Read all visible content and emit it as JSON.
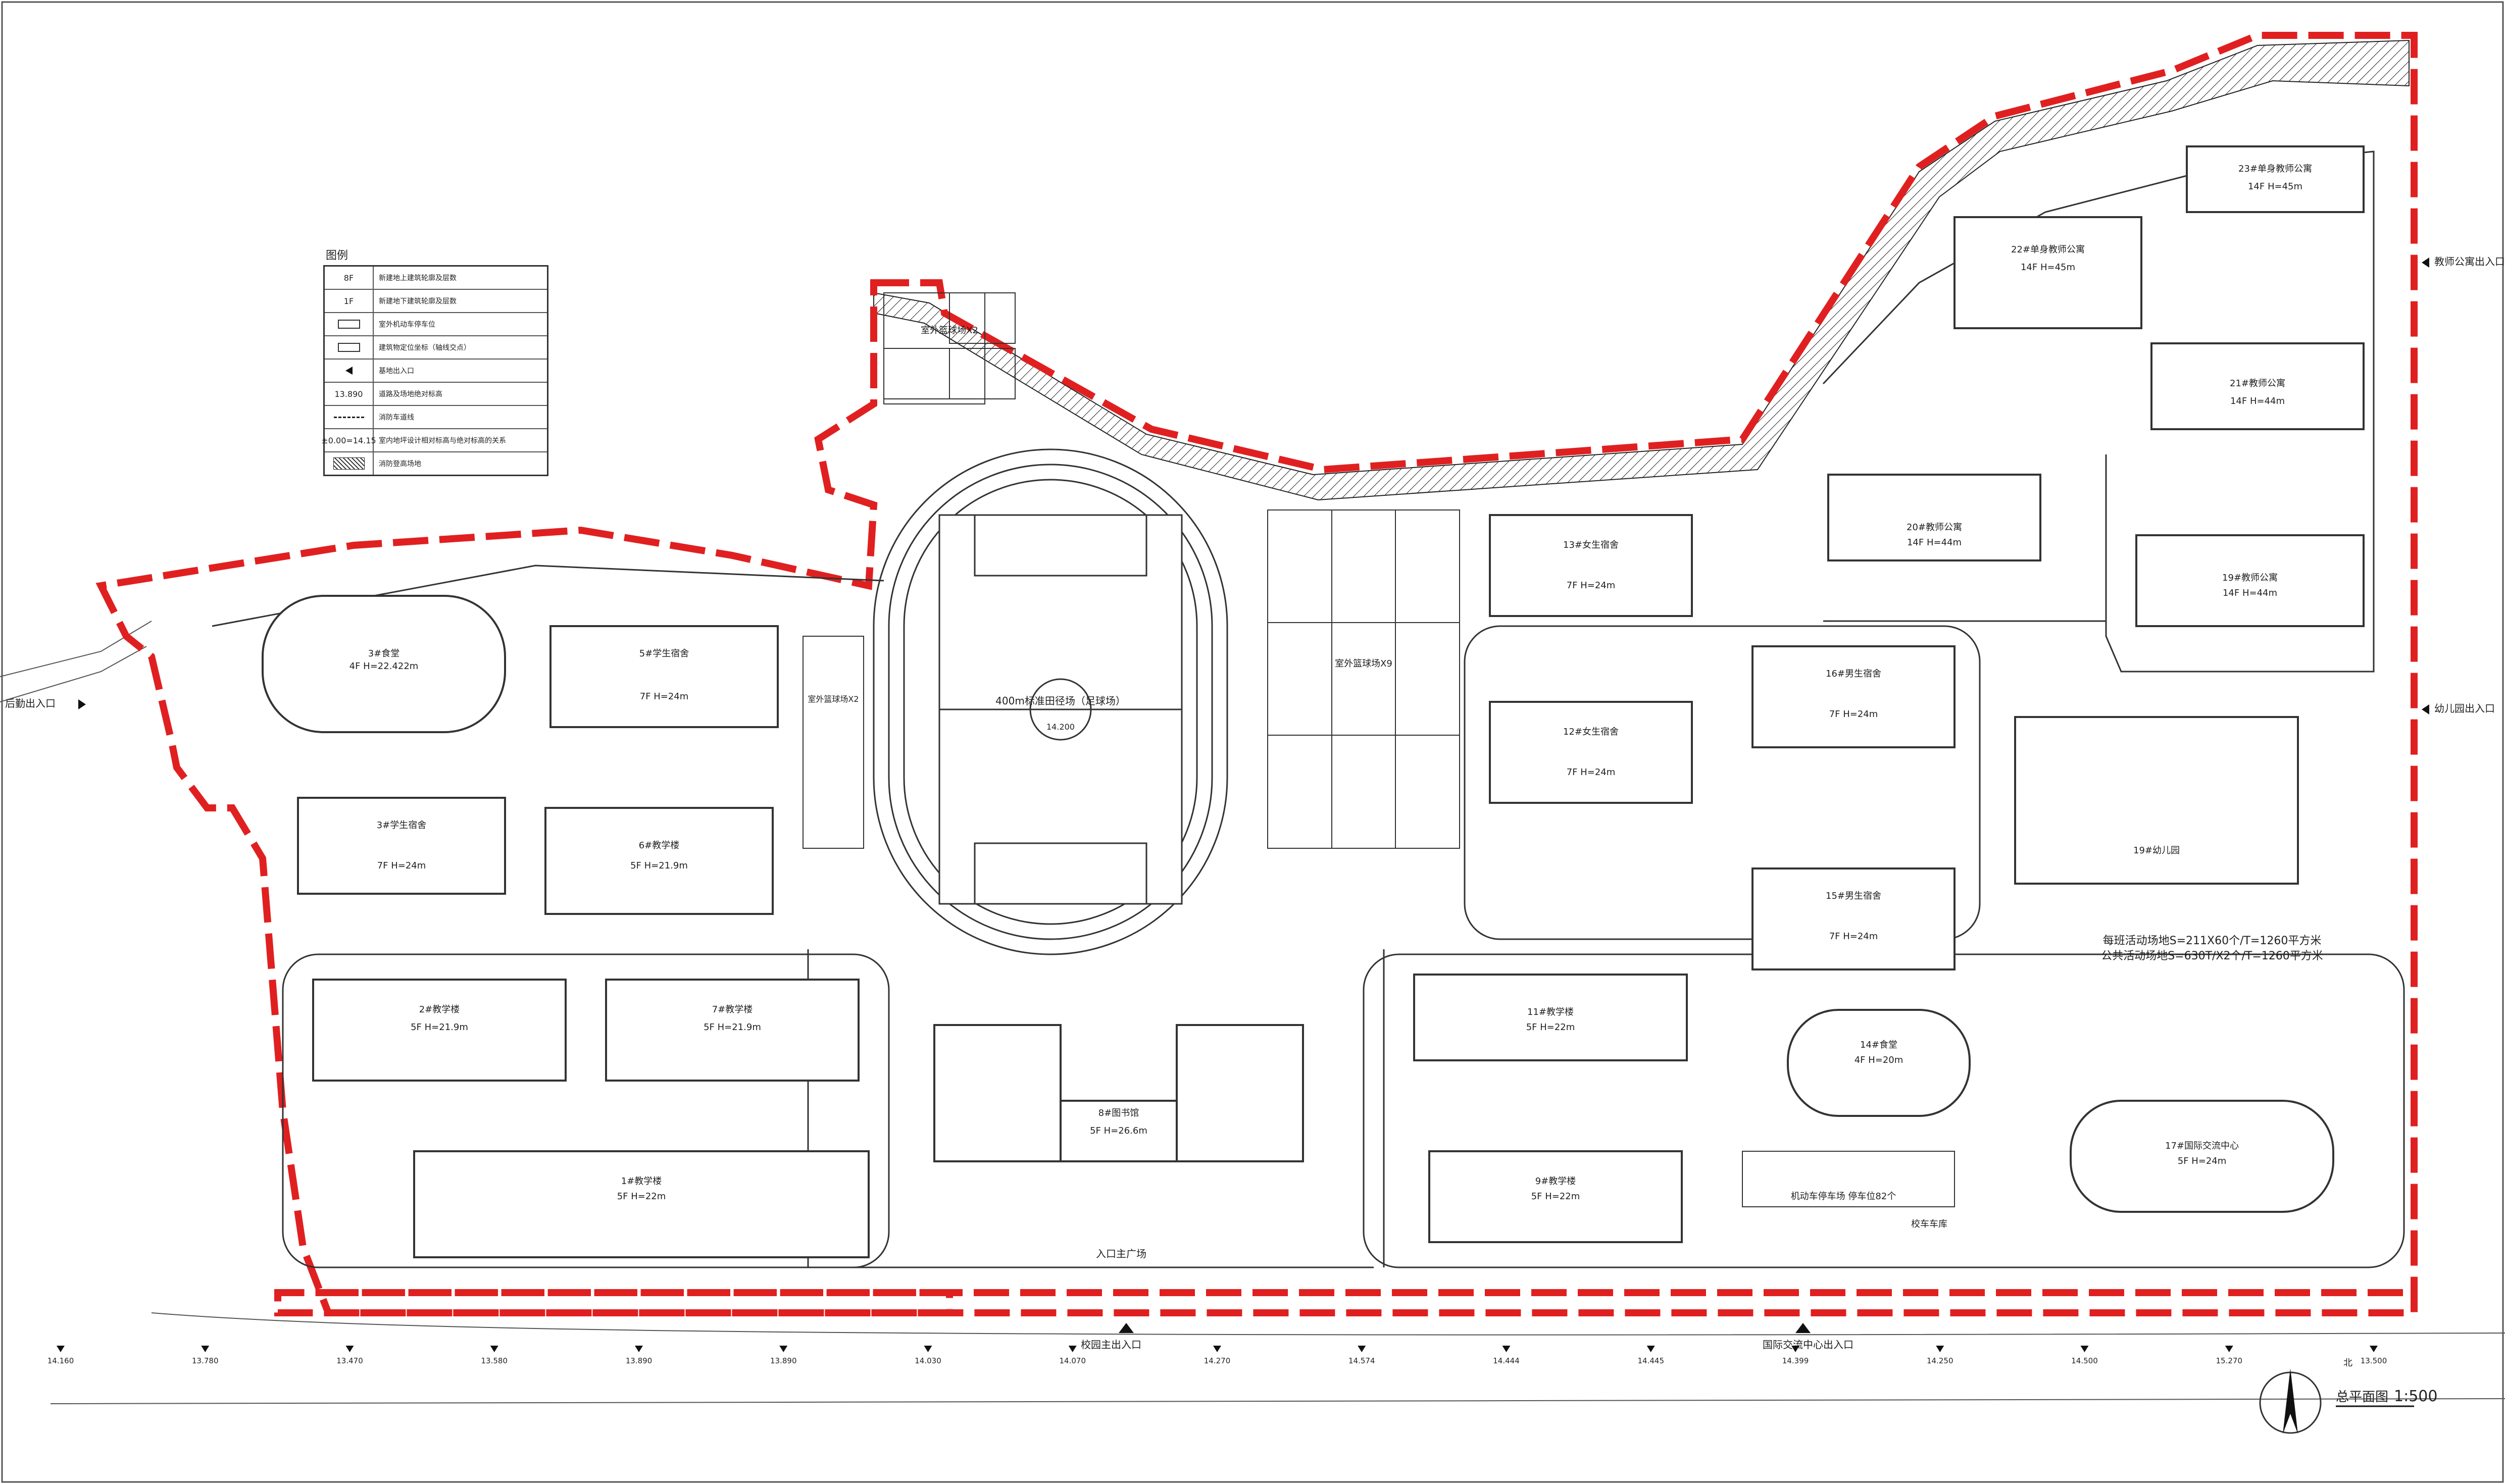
{
  "legend": {
    "title": "图例",
    "rows": [
      {
        "symbol": "8F",
        "label": "新建地上建筑轮廓及层数"
      },
      {
        "symbol": "1F",
        "label": "新建地下建筑轮廓及层数"
      },
      {
        "symbol": "",
        "label": "室外机动车停车位"
      },
      {
        "symbol": "",
        "label": "建筑物定位坐标（轴线交点）"
      },
      {
        "symbol": "",
        "label": "基地出入口"
      },
      {
        "symbol": "13.890",
        "label": "道路及场地绝对标高"
      },
      {
        "symbol": "",
        "label": "消防车道线"
      },
      {
        "symbol": "±0.00=14.15",
        "label": "室内地坪设计相对标高与绝对标高的关系"
      },
      {
        "symbol": "",
        "label": "消防登高场地"
      }
    ]
  },
  "buildings": {
    "b1": {
      "name": "3#食堂",
      "floors": "4F H=22.422m"
    },
    "b2": {
      "name": "5#学生宿舍",
      "floors": "7F H=24m"
    },
    "b3": {
      "name": "3#学生宿舍",
      "floors": "7F H=24m"
    },
    "b4": {
      "name": "6#教学楼",
      "floors": "5F H=21.9m"
    },
    "b5": {
      "name": "2#教学楼",
      "floors": "5F H=21.9m"
    },
    "b6": {
      "name": "7#教学楼",
      "floors": "5F H=21.9m"
    },
    "b7": {
      "name": "1#教学楼",
      "floors": "5F H=22m"
    },
    "b8": {
      "name": "8#图书馆",
      "floors": "5F H=26.6m"
    },
    "b9": {
      "name": "13#女生宿舍",
      "floors": "7F H=24m"
    },
    "b10": {
      "name": "12#女生宿舍",
      "floors": "7F H=24m"
    },
    "b11": {
      "name": "16#男生宿舍",
      "floors": "7F H=24m"
    },
    "b12": {
      "name": "15#男生宿舍",
      "floors": "7F H=24m"
    },
    "b13": {
      "name": "11#教学楼",
      "floors": "5F H=22m"
    },
    "b14": {
      "name": "9#教学楼",
      "floors": "5F H=22m"
    },
    "b15": {
      "name": "14#食堂",
      "floors": "4F H=20m"
    },
    "b16": {
      "name": "17#国际交流中心",
      "floors": "5F H=24m"
    },
    "b17": {
      "name": "19#幼儿园",
      "floors": ""
    },
    "b18": {
      "name": "23#单身教师公寓",
      "floors": "14F H=45m"
    },
    "b19": {
      "name": "22#单身教师公寓",
      "floors": "14F H=45m"
    },
    "b20": {
      "name": "21#教师公寓",
      "floors": "14F H=44m"
    },
    "b21": {
      "name": "20#教师公寓",
      "floors": "14F H=44m"
    },
    "b22": {
      "name": "19#教师公寓",
      "floors": "14F H=44m"
    }
  },
  "fields": {
    "track": "400m标准田径场（足球场）",
    "courts_main": "室外篮球场X9",
    "courts_north": "室外篮球场X2",
    "courts_west": "室外篮球场X2",
    "plaza": "入口主广场",
    "parking": "机动车停车场 停车位82个",
    "canteen_store": "校车车库",
    "area_note1": "每班活动场地S=211X60个/T=1260平方米",
    "area_note2": "公共活动场地S=630T/X2个/T=1260平方米"
  },
  "entrances": {
    "main": "校园主出入口",
    "intl": "国际交流中心出入口",
    "teacher": "教师公寓出入口",
    "kindergarten": "幼儿园出入口",
    "west": "后勤出入口"
  },
  "elevations": [
    "14.160",
    "13.780",
    "13.470",
    "13.580",
    "13.890",
    "13.890",
    "14.030",
    "14.070",
    "14.270",
    "14.574",
    "14.444",
    "14.445",
    "14.399",
    "14.250",
    "14.500",
    "15.270",
    "13.500"
  ],
  "site_elevation": "14.200",
  "title_block": {
    "title": "总平面图",
    "scale": "1:500",
    "north": "北"
  },
  "colors": {
    "redline": "#e02020",
    "ink": "#222222",
    "building_outline": "#333333",
    "accent_purple": "#7a2d5a"
  }
}
